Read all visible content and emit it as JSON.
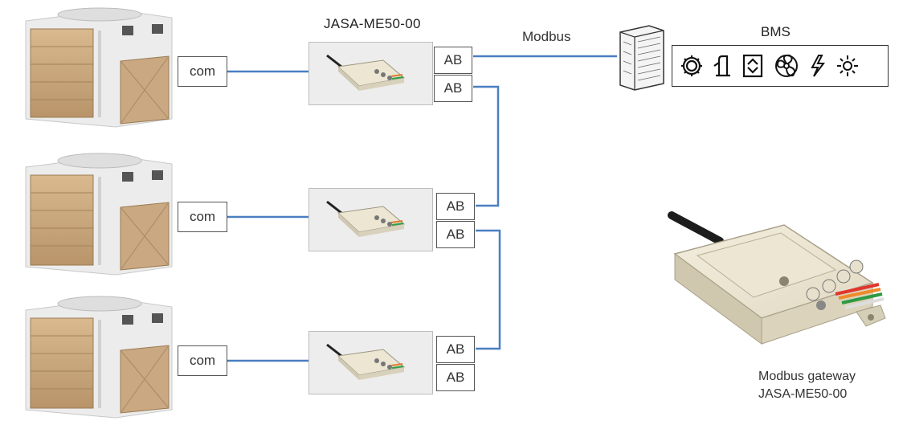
{
  "gateway_label": "JASA-ME50-00",
  "modbus_label": "Modbus",
  "bms": {
    "title": "BMS",
    "icons": [
      "gear-icon",
      "door-icon",
      "vent-updown-icon",
      "fan-icon",
      "lightning-icon",
      "sun-icon"
    ]
  },
  "units": [
    {
      "port": "com",
      "ab_top": "AB",
      "ab_bottom": "AB"
    },
    {
      "port": "com",
      "ab_top": "AB",
      "ab_bottom": "AB"
    },
    {
      "port": "com",
      "ab_top": "AB",
      "ab_bottom": "AB"
    }
  ],
  "caption": {
    "line1": "Modbus gateway",
    "line2": "JASA-ME50-00"
  },
  "colors": {
    "wire": "#4a7fc1",
    "box_border": "#555555",
    "gateway_bg": "#ededed"
  }
}
